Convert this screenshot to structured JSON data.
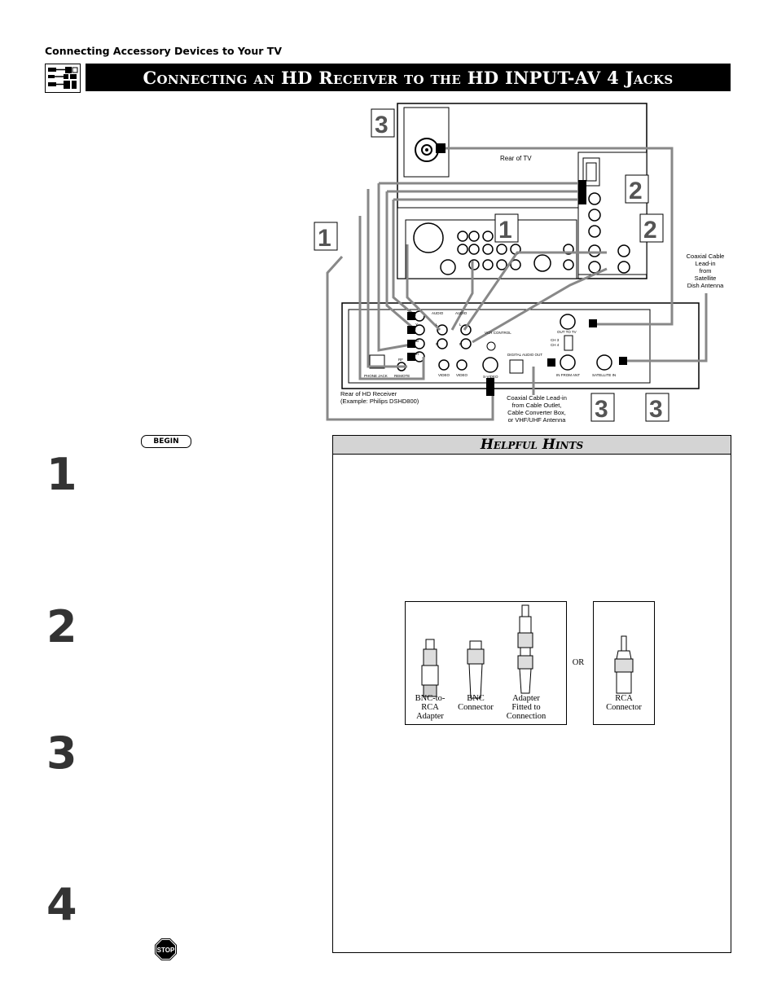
{
  "header": {
    "section_label": "Connecting Accessory Devices to Your TV",
    "title": "Connecting an HD Receiver to the HD INPUT-AV 4 Jacks"
  },
  "diagram": {
    "rear_of_tv": "Rear of TV",
    "rear_of_receiver_line1": "Rear of HD Receiver",
    "rear_of_receiver_line2": "(Example: Philips DSHD800)",
    "satellite_lead_lines": [
      "Coaxial Cable",
      "Lead-in",
      "from",
      "Satellite",
      "Dish Antenna"
    ],
    "cable_lead_lines": [
      "Coaxial Cable Lead-in",
      "from Cable Outlet,",
      "Cable Converter Box,",
      "or VHF/UHF Antenna"
    ],
    "jack_labels": {
      "phone_jack": "PHONE JACK",
      "rf": "RF",
      "remote": "REMOTE",
      "video1": "VIDEO",
      "video2": "VIDEO",
      "s_video": "S-VIDEO",
      "vcr_control": "VCR CONTROL",
      "digital_audio_out": "DIGITAL AUDIO OUT",
      "out_to_tv": "OUT TO TV",
      "ch3": "CH 3",
      "ch4": "CH 4",
      "in_from_ant": "IN FROM ANT",
      "satellite_in": "SATELLITE IN",
      "audio1": "AUDIO",
      "audio2": "AUDIO",
      "y": "Y",
      "pb": "PB",
      "pr": "PR",
      "l1": "L",
      "l2": "L",
      "r1": "R",
      "r2": "R"
    },
    "callouts": [
      "1",
      "1",
      "2",
      "2",
      "3",
      "3",
      "3"
    ]
  },
  "steps": {
    "begin": "BEGIN",
    "numbers": [
      "1",
      "2",
      "3",
      "4"
    ],
    "stop": "STOP"
  },
  "hints": {
    "title": "Helpful Hints",
    "connectors": {
      "bnc_to_rca": [
        "BNC-to-",
        "RCA",
        "Adapter"
      ],
      "bnc": [
        "BNC",
        "Connector"
      ],
      "adapter": [
        "Adapter",
        "Fitted to",
        "Connection"
      ],
      "or": "OR",
      "rca": [
        "RCA",
        "Connector"
      ]
    }
  }
}
